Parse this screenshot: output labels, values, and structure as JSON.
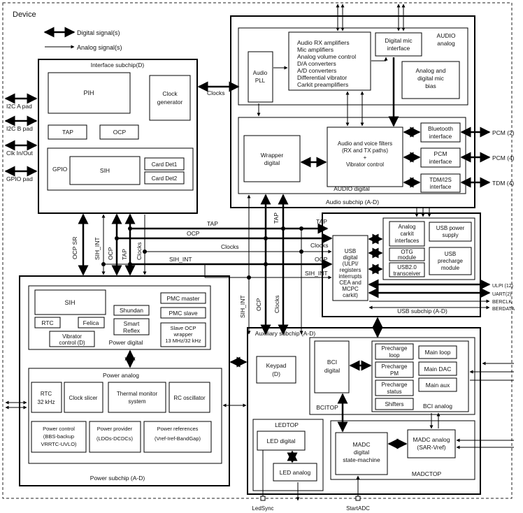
{
  "device": {
    "label": "Device"
  },
  "legend": {
    "digital": "Digital signal(s)",
    "analog": "Analog signal(s)"
  },
  "interface_subchip": {
    "title": "Interface subchip(D)",
    "pih": "PIH",
    "clock_generator": [
      "Clock",
      "generator"
    ],
    "tap": "TAP",
    "ocp": "OCP",
    "gpio": "GPIO",
    "sih": "SIH",
    "card_det1": "Card Det1",
    "card_det2": "Card Det2"
  },
  "pads": {
    "i2c_a": "I2C A pad",
    "i2c_b": "I2C B pad",
    "clk_inout": "Clk In/Out",
    "gpio": "GPIO pad"
  },
  "audio_subchip": {
    "title": "Audio subchip (A-D)",
    "analog_label": [
      "AUDIO",
      "analog"
    ],
    "pll": [
      "Audio",
      "PLL"
    ],
    "rx_list": [
      "Audio RX amplifiers",
      "Mic amplifiers",
      "Analog volume control",
      "D/A converters",
      "A/D converters",
      "Differential vibrator",
      "Carkit preamplifiers"
    ],
    "digital_mic": [
      "Digital mic",
      "interface"
    ],
    "mic_bias": [
      "Analog and",
      "digital mic",
      "bias"
    ],
    "wrapper": [
      "Wrapper",
      "digital"
    ],
    "filters": [
      "Audio and voice filters",
      "(RX and TX paths)",
      "+",
      "Vibrator control"
    ],
    "bluetooth": [
      "Bluetooth",
      "interface"
    ],
    "pcm_if": [
      "PCM",
      "interface"
    ],
    "tdm_if": [
      "TDM/I2S",
      "interface"
    ],
    "digital_label": "AUDIO digital",
    "pcm2": "PCM (2)",
    "pcm4": "PCM (4)",
    "tdm4": "TDM (4)"
  },
  "usb_subchip": {
    "title": "USB subchip (A-D)",
    "usb_digital": [
      "USB",
      "digital",
      "(ULPI/",
      "registers",
      "interrupts",
      "CEA and",
      "MCPC",
      "carkit)"
    ],
    "carkit": [
      "Analog",
      "carkit",
      "interfaces"
    ],
    "power_supply": [
      "USB power",
      "supply"
    ],
    "otg": [
      "OTG",
      "module"
    ],
    "precharge": [
      "USB",
      "precharge",
      "module"
    ],
    "transceiver": [
      "USB2.0",
      "transceiver"
    ],
    "ulpi": "ULPI (12)",
    "uart": "UART(2)",
    "berclk": "BERCLK",
    "berdata": "BERDATA"
  },
  "bus": {
    "tap": "TAP",
    "ocp": "OCP",
    "clocks": "Clocks",
    "sih_int": "SIH_INT",
    "ocp_sr": "OCP SR",
    "clocks_link": "Clocks"
  },
  "power_subchip": {
    "title": "Power subchip (A-D)",
    "sih": "SIH",
    "rtc": "RTC",
    "felica": "Felica",
    "vibrator": [
      "Vibrator",
      "control (D)"
    ],
    "shundan": "Shundan",
    "smart_reflex": [
      "Smart",
      "Reflex"
    ],
    "pmc_master": "PMC master",
    "pmc_slave": "PMC slave",
    "slave_ocp": [
      "Slave OCP",
      "wrapper",
      "13 MHz/32 kHz"
    ],
    "power_digital": "Power digital",
    "power_analog": "Power analog",
    "rtc32": [
      "RTC",
      "32 kHz"
    ],
    "clock_slicer": "Clock slicer",
    "thermal": [
      "Thermal monitor",
      "system"
    ],
    "rc_osc": "RC oscillator",
    "power_control": [
      "Power control",
      "(BBS-backup",
      "VRRTC-UVLO)"
    ],
    "power_provider": [
      "Power provider",
      "(LDOs-DCDCs)"
    ],
    "power_refs": [
      "Power references",
      "(Vref-Iref-BandGap)"
    ]
  },
  "aux_subchip": {
    "title": "Auxiliary subchip (A-D)",
    "keypad": [
      "Keypad",
      "(D)"
    ],
    "bci_digital": [
      "BCI",
      "digital"
    ],
    "bcitop": "BCITOP",
    "precharge_loop": [
      "Precharge",
      "loop"
    ],
    "precharge_pm": [
      "Precharge",
      "PM"
    ],
    "precharge_status": [
      "Precharge",
      "status"
    ],
    "shifters": "Shifters",
    "main_loop": "Main loop",
    "main_dac": "Main DAC",
    "main_aux": "Main aux",
    "bci_analog": "BCI analog",
    "ledtop": "LEDTOP",
    "led_digital": "LED digital",
    "led_analog": "LED analog",
    "madc": [
      "MADC",
      "digital",
      "state-machine"
    ],
    "madc_analog": [
      "MADC analog",
      "(SAR-Vref)"
    ],
    "madctop": "MADCTOP",
    "ledsync": "LedSync",
    "startadc": "StartADC"
  }
}
